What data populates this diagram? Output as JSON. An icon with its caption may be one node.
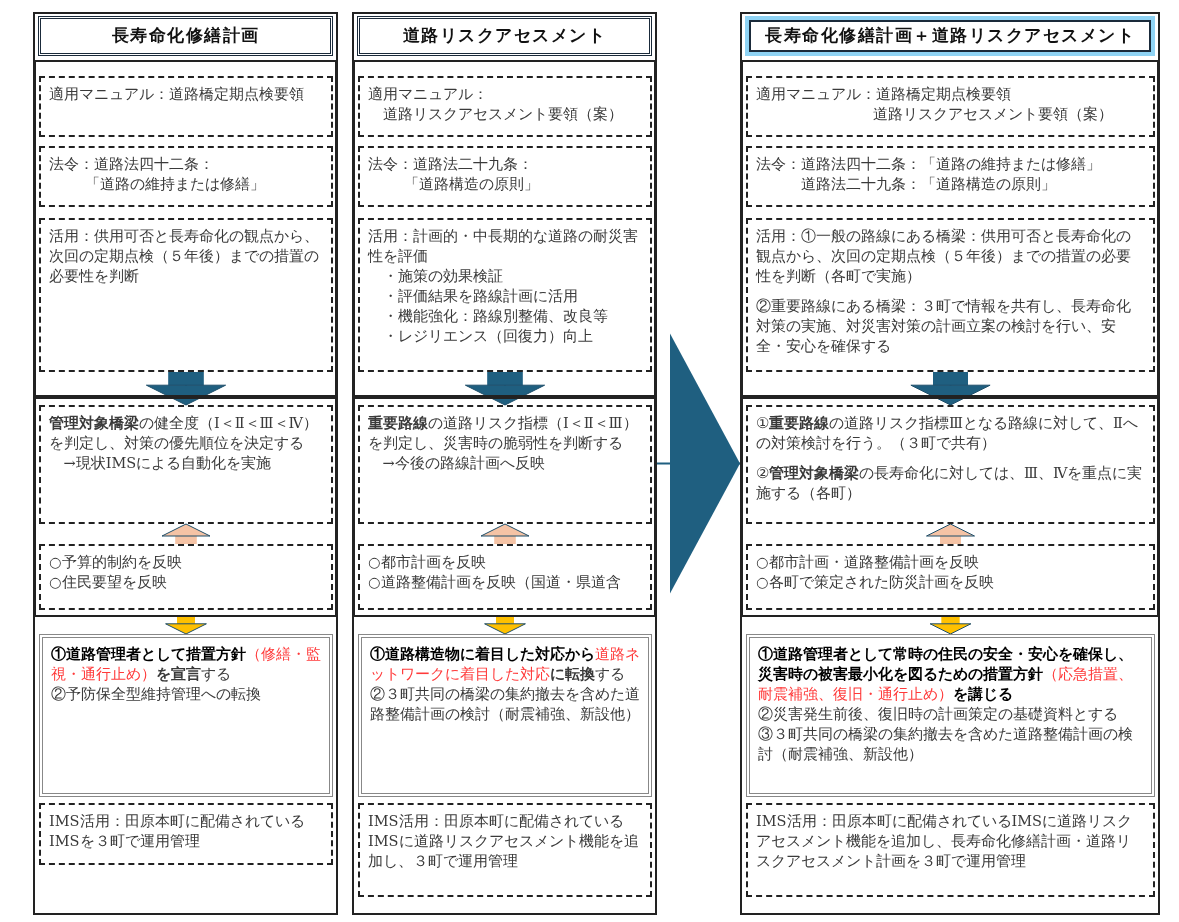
{
  "diagram": {
    "nodes": [
      {
        "text": [],
        "shape": "box"
      },
      {
        "text": [
          "長寿命化修繕計画"
        ],
        "in": 0
      },
      {
        "text": [],
        "shape": "box",
        "in": 0
      },
      {
        "text": [
          "適用マニュアル：道路橋定期点検要領"
        ],
        "in": 2
      },
      {
        "text": [
          "法令：道路法四十二条：",
          "「道路の維持または修繕」"
        ],
        "in": 2
      },
      {
        "text": [
          "活用：供用可否と長寿命化の観点から、次回の定期点検（５年後）までの措置の必要性を判断"
        ],
        "in": 2
      },
      {
        "text": [],
        "shape": "box",
        "in": 0
      },
      {
        "text": [
          "**管理対象橋梁**の健全度（Ⅰ＜Ⅱ＜Ⅲ＜Ⅳ）を判定し、対策の優先順位を決定する",
          "→現状IMSによる自動化を実施"
        ],
        "in": 6
      },
      {
        "text": [
          "○予算的制約を反映",
          "○住民要望を反映"
        ],
        "in": 6
      },
      {
        "text": [
          "①道路管理者として措置方針",
          "（修繕・監視・通行止め）",
          "**を宣言**する",
          "②予防保全型維持管理への転換"
        ],
        "in": 0
      },
      {
        "text": [
          "IMS活用：田原本町に配備されているIMSを３町で運用管理"
        ],
        "in": 0
      },
      {
        "text": [],
        "shape": "box"
      },
      {
        "text": [
          "道路リスクアセスメント"
        ],
        "in": 11
      },
      {
        "text": [],
        "shape": "box",
        "in": 11
      },
      {
        "text": [
          "適用マニュアル：",
          "道路リスクアセスメント要領（案）"
        ],
        "in": 13
      },
      {
        "text": [
          "法令：道路法二十九条：",
          "「道路構造の原則」"
        ],
        "in": 13
      },
      {
        "text": [
          "活用：計画的・中長期的な道路の耐災害性を評価",
          "・施策の効果検証",
          "・評価結果を路線計画に活用",
          "・機能強化：路線別整備、改良等",
          "・レジリエンス（回復力）向上"
        ],
        "in": 13
      },
      {
        "text": [],
        "shape": "box",
        "in": 11
      },
      {
        "text": [
          "**重要路線**の道路リスク指標（Ⅰ＜Ⅱ＜Ⅲ）を判定し、災害時の脆弱性を判断する",
          "→今後の路線計画へ反映"
        ],
        "in": 17
      },
      {
        "text": [
          "○都市計画を反映",
          "○道路整備計画を反映（国道・県道含"
        ],
        "in": 17
      },
      {
        "text": [
          "①道路構造物に着目した対応から",
          "道路ネットワークに着目した対応",
          "**に転換**する",
          "②３町共同の橋梁の集約撤去を含めた道路整備計画の検討（耐震補強、新設他）"
        ],
        "in": 11
      },
      {
        "text": [
          "IMS活用：田原本町に配備されているIMSに道路リスクアセスメント機能を追加し、３町で運用管理"
        ],
        "in": 11
      },
      {
        "text": [],
        "shape": "box"
      },
      {
        "text": [
          "長寿命化修繕計画＋道路リスクアセスメント"
        ],
        "in": 22
      },
      {
        "text": [],
        "shape": "box",
        "in": 22
      },
      {
        "text": [
          "適用マニュアル：道路橋定期点検要領",
          "道路リスクアセスメント要領（案）"
        ],
        "in": 24
      },
      {
        "text": [
          "法令：道路法四十二条：「道路の維持または修繕」",
          "道路法二十九条：「道路構造の原則」"
        ],
        "in": 24
      },
      {
        "text": [
          "活用：①一般の路線にある橋梁：供用可否と長寿命化の観点から、次回の定期点検（５年後）までの措置の必要性を判断（各町で実施）",
          "②重要路線にある橋梁：３町で情報を共有し、長寿命化対策の実施、対災害対策の計画立案の検討を行い、安全・安心を確保する"
        ],
        "in": 24
      },
      {
        "text": [],
        "shape": "box",
        "in": 22
      },
      {
        "text": [
          "①**重要路線**の道路リスク指標Ⅲとなる路線に対して、Ⅱへの対策検討を行う。（３町で共有）",
          "②**管理対象橋梁**の長寿命化に対しては、Ⅲ、Ⅳを重点に実施する（各町）"
        ],
        "in": 28
      },
      {
        "text": [
          "○都市計画・道路整備計画を反映",
          "○各町で策定された防災計画を反映"
        ],
        "in": 28
      },
      {
        "text": [
          "①道路管理者として常時の住民の安全・安心を確保し、災害時の被害最小化を図るための措置方針",
          "（応急措置、耐震補強、復旧・通行止め）",
          "を講じる",
          "②災害発生前後、復旧時の計画策定の基礎資料とする",
          "③３町共同の橋梁の集約撤去を含めた道路整備計画の検討（耐震補強、新設他）"
        ],
        "in": 22
      },
      {
        "text": [
          "IMS活用：田原本町に配備されているIMSに道路リスクアセスメント機能を追加し、長寿命化修繕計画・道路リスクアセスメント計画を３町で運用管理"
        ],
        "in": 22
      }
    ],
    "edges": [
      {
        "from": 5,
        "to": 7,
        "arrow": "to"
      },
      {
        "from": 8,
        "to": 7,
        "arrow": "to",
        "color": "#f5c3a5"
      },
      {
        "from": 6,
        "to": 9,
        "arrow": "to",
        "color": "#ffc000"
      },
      {
        "from": 16,
        "to": 18,
        "arrow": "to"
      },
      {
        "from": 19,
        "to": 18,
        "arrow": "to",
        "color": "#f5c3a5"
      },
      {
        "from": 17,
        "to": 20,
        "arrow": "to",
        "color": "#ffc000"
      },
      {
        "from": 27,
        "to": 29,
        "arrow": "to"
      },
      {
        "from": 30,
        "to": 29,
        "arrow": "to",
        "color": "#f5c3a5"
      },
      {
        "from": 28,
        "to": 31,
        "arrow": "to",
        "color": "#ffc000"
      },
      {
        "from": 11,
        "to": 22,
        "arrow": "to"
      }
    ]
  }
}
